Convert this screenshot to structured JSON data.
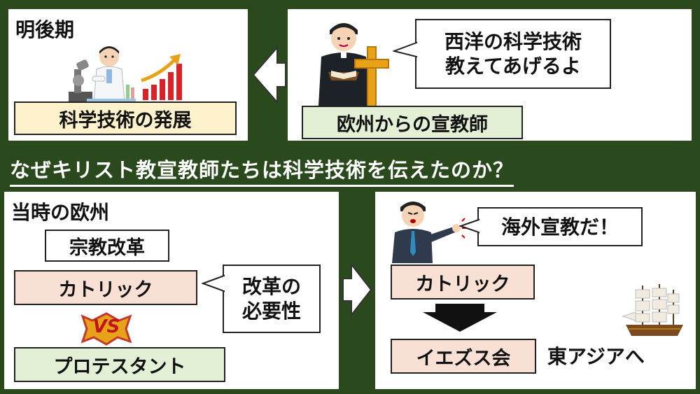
{
  "top_left": {
    "label": "明後期",
    "result_box": "科学技術の発展"
  },
  "top_right": {
    "speech_line1": "西洋の科学技術",
    "speech_line2": "教えてあげるよ",
    "caption_box": "欧州からの宣教師"
  },
  "question": "なぜキリスト教宣教師たちは科学技術を伝えたのか？",
  "bottom_left": {
    "label": "当時の欧州",
    "box_reformation": "宗教改革",
    "box_catholic": "カトリック",
    "vs_badge": "VS",
    "box_protestant": "プロテスタント",
    "bubble_line1": "改革の",
    "bubble_line2": "必要性"
  },
  "bottom_right": {
    "speech": "海外宣教だ！",
    "box_catholic": "カトリック",
    "box_jesuits": "イエズス会",
    "destination": "東アジアへ"
  },
  "colors": {
    "background": "#2a4a1e",
    "box_yellow": "#fdf2cc",
    "box_green": "#e3f0d5",
    "box_pink": "#f8e0d4",
    "question_underline": "#ffffff",
    "arrow_gold": "#e8a21a",
    "bars_red": "#d8232a"
  }
}
